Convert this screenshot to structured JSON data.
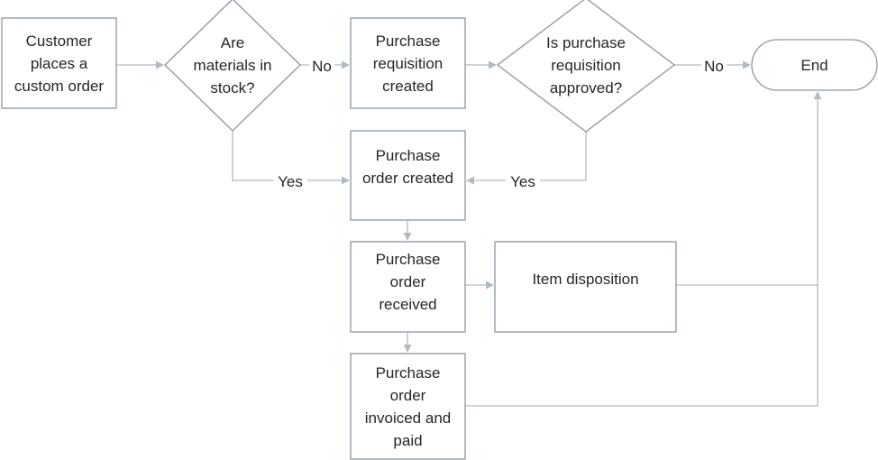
{
  "diagram": {
    "nodes": [
      {
        "id": "customer",
        "shape": "rect",
        "lines": [
          "Customer",
          "places a",
          "custom order"
        ]
      },
      {
        "id": "in_stock",
        "shape": "diamond",
        "lines": [
          "Are",
          "materials in",
          "stock?"
        ]
      },
      {
        "id": "req_created",
        "shape": "rect",
        "lines": [
          "Purchase",
          "requisition",
          "created"
        ]
      },
      {
        "id": "req_approved",
        "shape": "diamond",
        "lines": [
          "Is purchase",
          "requisition",
          "approved?"
        ]
      },
      {
        "id": "end",
        "shape": "terminator",
        "lines": [
          "End"
        ]
      },
      {
        "id": "po_created",
        "shape": "rect",
        "lines": [
          "Purchase",
          "order created"
        ]
      },
      {
        "id": "po_received",
        "shape": "rect",
        "lines": [
          "Purchase",
          "order",
          "received"
        ]
      },
      {
        "id": "disposition",
        "shape": "rect",
        "lines": [
          "Item disposition"
        ]
      },
      {
        "id": "po_invoiced",
        "shape": "rect",
        "lines": [
          "Purchase",
          "order",
          "invoiced and",
          "paid"
        ]
      }
    ],
    "edges": [
      {
        "id": "customer-to-in_stock",
        "from": "customer",
        "to": "in_stock",
        "label": ""
      },
      {
        "id": "in_stock-no",
        "from": "in_stock",
        "to": "req_created",
        "label": "No"
      },
      {
        "id": "req_created-to-req_approved",
        "from": "req_created",
        "to": "req_approved",
        "label": ""
      },
      {
        "id": "req_approved-no",
        "from": "req_approved",
        "to": "end",
        "label": "No"
      },
      {
        "id": "in_stock-yes",
        "from": "in_stock",
        "to": "po_created",
        "label": "Yes"
      },
      {
        "id": "req_approved-yes",
        "from": "req_approved",
        "to": "po_created",
        "label": "Yes"
      },
      {
        "id": "po_created-to-po_received",
        "from": "po_created",
        "to": "po_received",
        "label": ""
      },
      {
        "id": "po_received-to-disposition",
        "from": "po_received",
        "to": "disposition",
        "label": ""
      },
      {
        "id": "po_received-to-po_invoiced",
        "from": "po_received",
        "to": "po_invoiced",
        "label": ""
      },
      {
        "id": "disposition-to-end",
        "from": "disposition",
        "to": "end",
        "label": ""
      },
      {
        "id": "po_invoiced-to-end",
        "from": "po_invoiced",
        "to": "end",
        "label": ""
      }
    ]
  },
  "colors": {
    "node_stroke": "#8c96a0",
    "connector": "#b4bac2",
    "text": "#262626",
    "background": "#ffffff"
  }
}
